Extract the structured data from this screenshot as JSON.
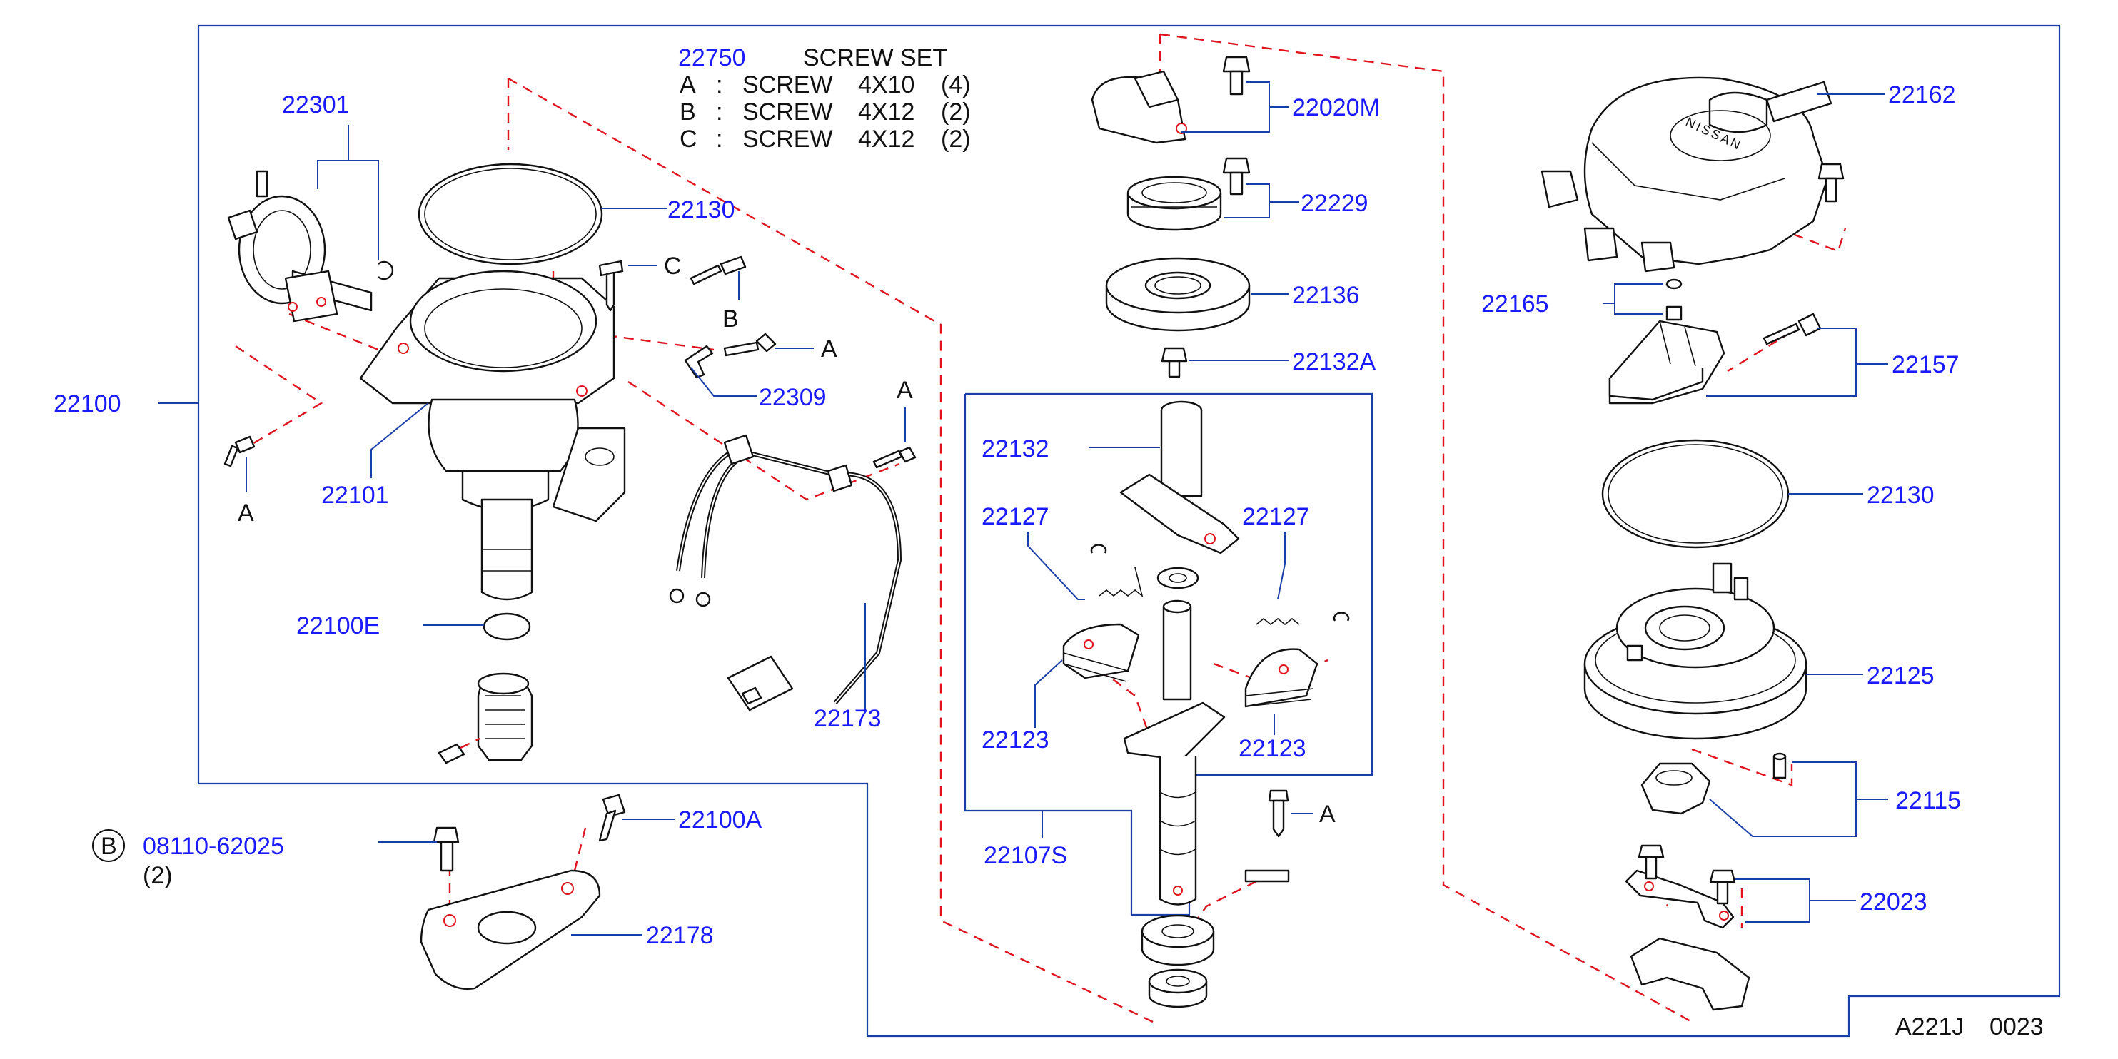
{
  "screw_set": {
    "part_no": "22750",
    "title": "SCREW   SET",
    "rows": [
      {
        "key": "A",
        "sep": ":",
        "item": "SCREW",
        "size": "4X10",
        "qty": "(4)"
      },
      {
        "key": "B",
        "sep": ":",
        "item": "SCREW",
        "size": "4X12",
        "qty": "(2)"
      },
      {
        "key": "C",
        "sep": ":",
        "item": "SCREW",
        "size": "4X12",
        "qty": "(2)"
      }
    ]
  },
  "labels": {
    "p22301": "22301",
    "p22130_top": "22130",
    "p22100": "22100",
    "p22101": "22101",
    "p22309": "22309",
    "p22100E": "22100E",
    "p22173": "22173",
    "p22100A": "22100A",
    "p22178": "22178",
    "p22020M": "22020M",
    "p22229": "22229",
    "p22136": "22136",
    "p22132A": "22132A",
    "p22132": "22132",
    "p22127_left": "22127",
    "p22127_right": "22127",
    "p22123_left": "22123",
    "p22123_right": "22123",
    "p22107S": "22107S",
    "p22162": "22162",
    "p22165": "22165",
    "p22157": "22157",
    "p22130_right": "22130",
    "p22125": "22125",
    "p22115": "22115",
    "p22023": "22023"
  },
  "screw_callouts": {
    "c_top": "C",
    "b_top": "B",
    "a_top": "A",
    "a_left": "A",
    "a_harness": "A",
    "a_shaft": "A"
  },
  "bolt_ref": {
    "circle_letter": "B",
    "part_no": "08110-62025",
    "qty": "(2)"
  },
  "cap_logo": "NISSAN",
  "footer": {
    "code": "A221J",
    "number": "0023"
  }
}
